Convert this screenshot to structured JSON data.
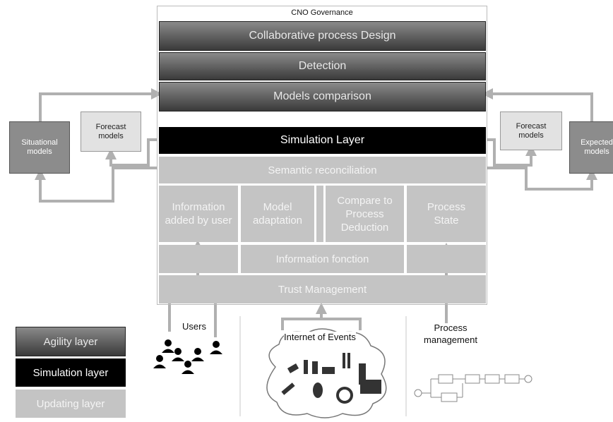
{
  "governance": {
    "title": "CNO Governance",
    "agility_layers": [
      "Collaborative process Design",
      "Detection",
      "Models comparison"
    ]
  },
  "simulation": {
    "title": "Simulation Layer"
  },
  "updating": {
    "semantic": "Semantic reconciliation",
    "modules": [
      "Information added by user",
      "Model adaptation",
      "Compare to Process Deduction",
      "Process State"
    ],
    "information": "Information fonction",
    "trust": "Trust Management"
  },
  "left": {
    "situational": "Situational models",
    "forecast": "Forecast models"
  },
  "right": {
    "forecast": "Forecast models",
    "expected": "Expected models"
  },
  "bottom": {
    "users": "Users",
    "iot": "Internet of Events",
    "process_mgmt": "Process management"
  },
  "legend": {
    "agility": "Agility layer",
    "simulation": "Simulation layer",
    "updating": "Updating layer"
  },
  "colors": {
    "agility": "#555555",
    "simulation": "#000000",
    "updating": "#c4c4c4",
    "arrow": "#b0b0b0"
  }
}
